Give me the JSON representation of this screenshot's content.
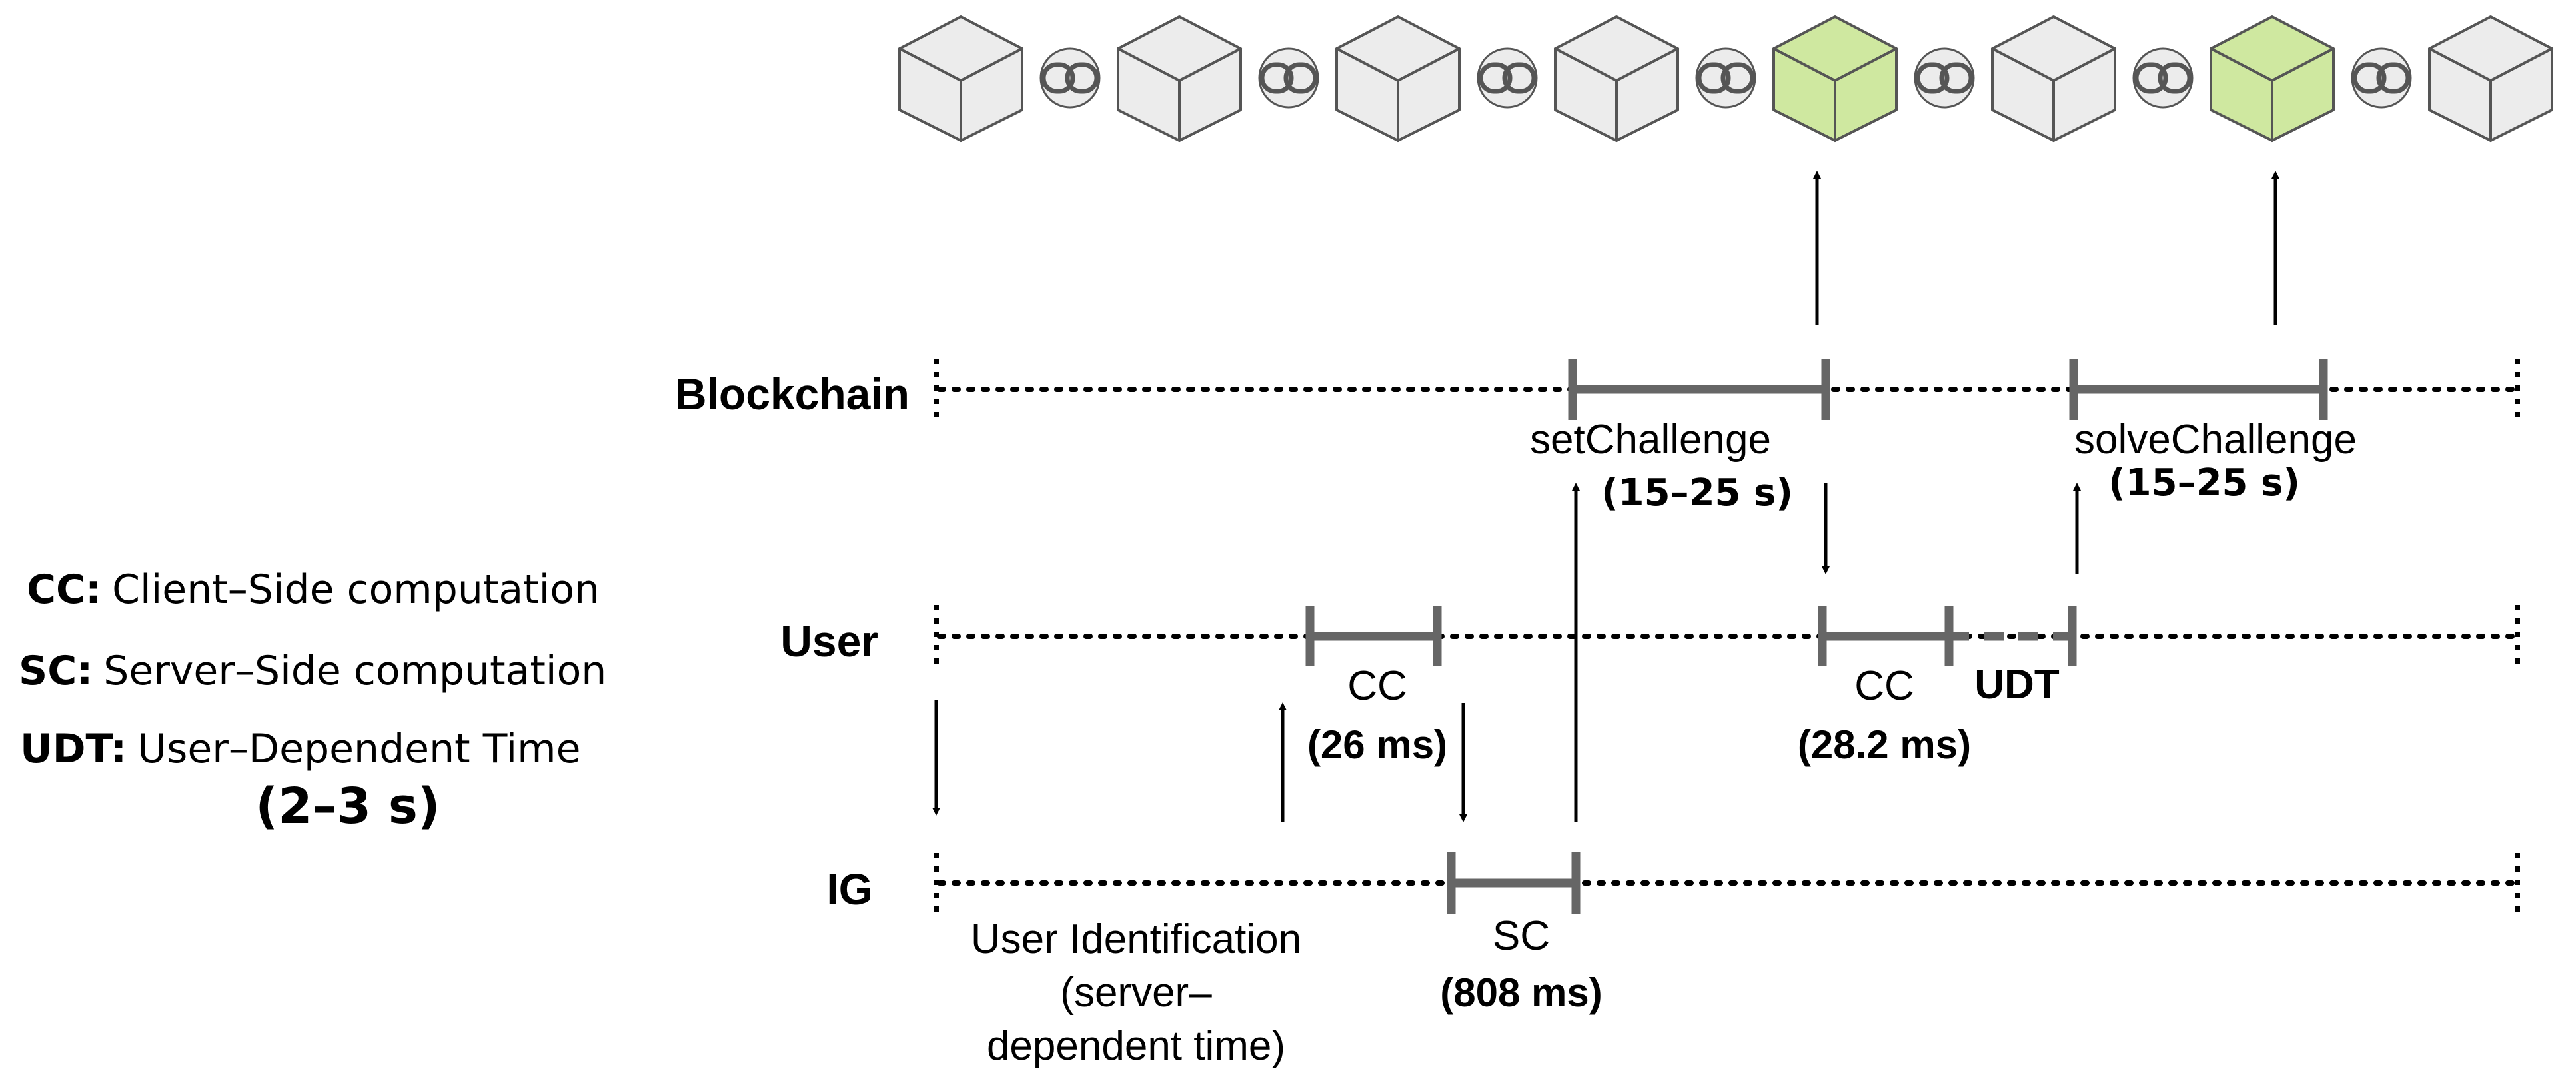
{
  "legend": {
    "cc": {
      "abbr": "CC:",
      "text": "Client–Side computation"
    },
    "sc": {
      "abbr": "SC:",
      "text": "Server–Side computation"
    },
    "udt": {
      "abbr": "UDT:",
      "text": "User–Dependent Time"
    },
    "udt_value": "(2–3 s)"
  },
  "lanes": {
    "blockchain": "Blockchain",
    "user": "User",
    "ig": "IG"
  },
  "blockchain_events": {
    "set_challenge": {
      "label": "setChallenge",
      "duration": "(15–25 s)"
    },
    "solve_challenge": {
      "label": "solveChallenge",
      "duration": "(15–25 s)"
    }
  },
  "user_events": {
    "cc1": {
      "label": "CC",
      "duration": "(26 ms)"
    },
    "cc2": {
      "label": "CC",
      "duration": "(28.2 ms)"
    },
    "udt": {
      "label": "UDT"
    }
  },
  "ig_events": {
    "user_identification": {
      "line1": "User Identification",
      "line2": "(server–",
      "line3": "dependent time)"
    },
    "sc": {
      "label": "SC",
      "duration": "(808 ms)"
    }
  },
  "chain": {
    "block_count": 8,
    "highlighted_blocks": [
      5,
      7
    ],
    "colors": {
      "block_fill": "#ececec",
      "highlight_fill": "#cfe8a0",
      "stroke": "#555555",
      "segment": "#666666"
    }
  }
}
